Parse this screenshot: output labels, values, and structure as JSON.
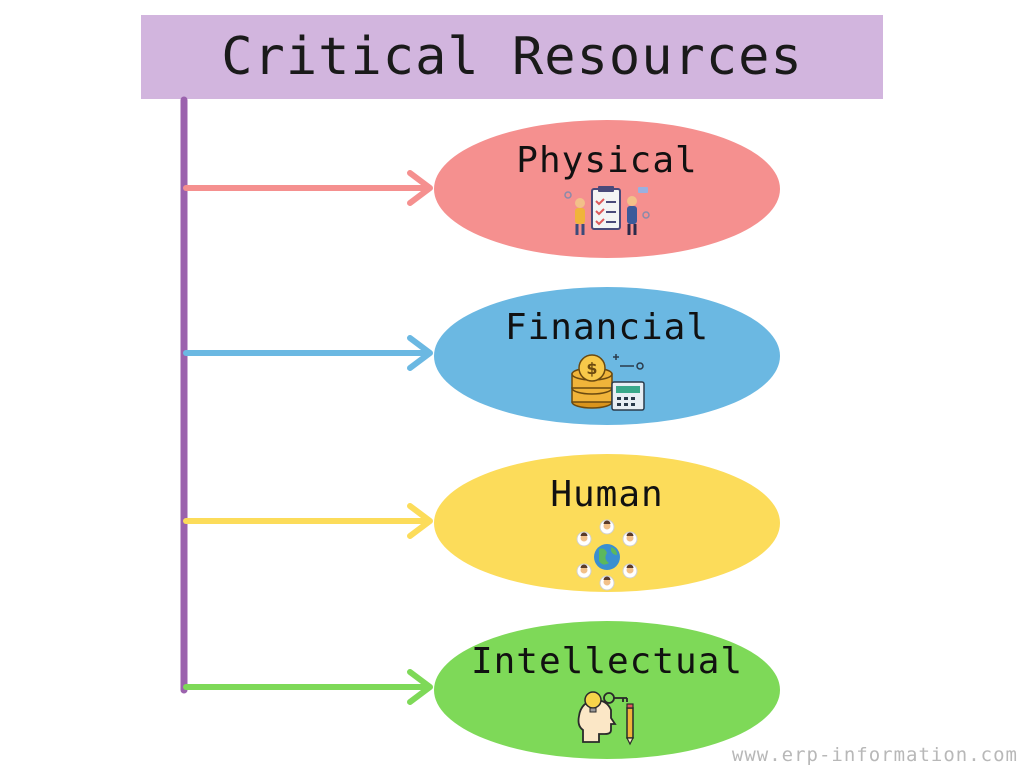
{
  "title": "Critical Resources",
  "colors": {
    "banner": "#d2b5de",
    "trunk": "#9b62ad",
    "physical": "#f5908f",
    "financial": "#6bb8e2",
    "human": "#fcdc5a",
    "intellectual": "#7ed958"
  },
  "nodes": [
    {
      "label": "Physical",
      "icon": "tasks-checklist-icon"
    },
    {
      "label": "Financial",
      "icon": "coins-calculator-icon"
    },
    {
      "label": "Human",
      "icon": "global-people-network-icon"
    },
    {
      "label": "Intellectual",
      "icon": "mind-key-idea-icon"
    }
  ],
  "watermark": "www.erp-information.com"
}
